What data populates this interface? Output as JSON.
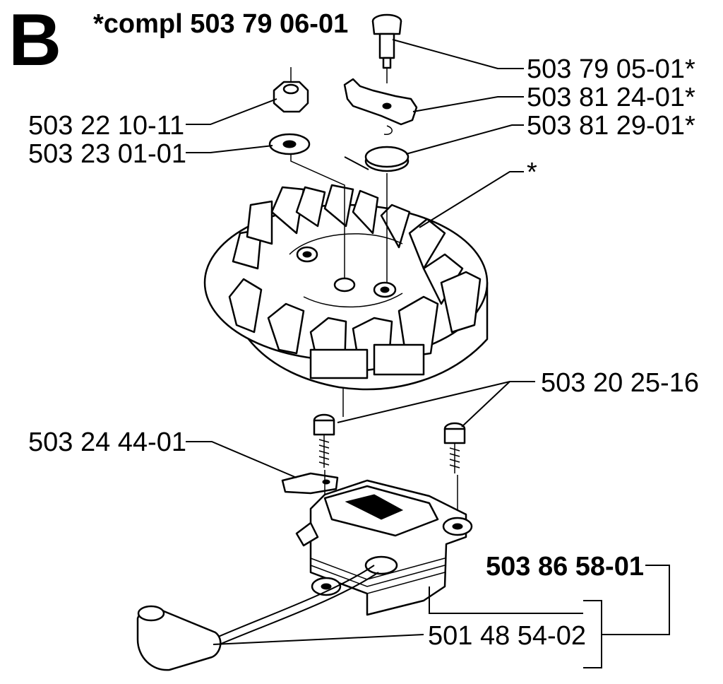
{
  "section_letter": "B",
  "header": "*compl 503 79 06-01",
  "labels": {
    "pin": "503 79 05-01*",
    "pawl": "503 81 24-01*",
    "spring": "503 81 29-01*",
    "flywheel": "*",
    "nut": "503 22 10-11",
    "washer": "503 23 01-01",
    "screws": "503 20 25-16",
    "terminal": "503 24 44-01",
    "ignition_module": "503 86 58-01",
    "spark_plug_cap": "501 48 54-02"
  }
}
